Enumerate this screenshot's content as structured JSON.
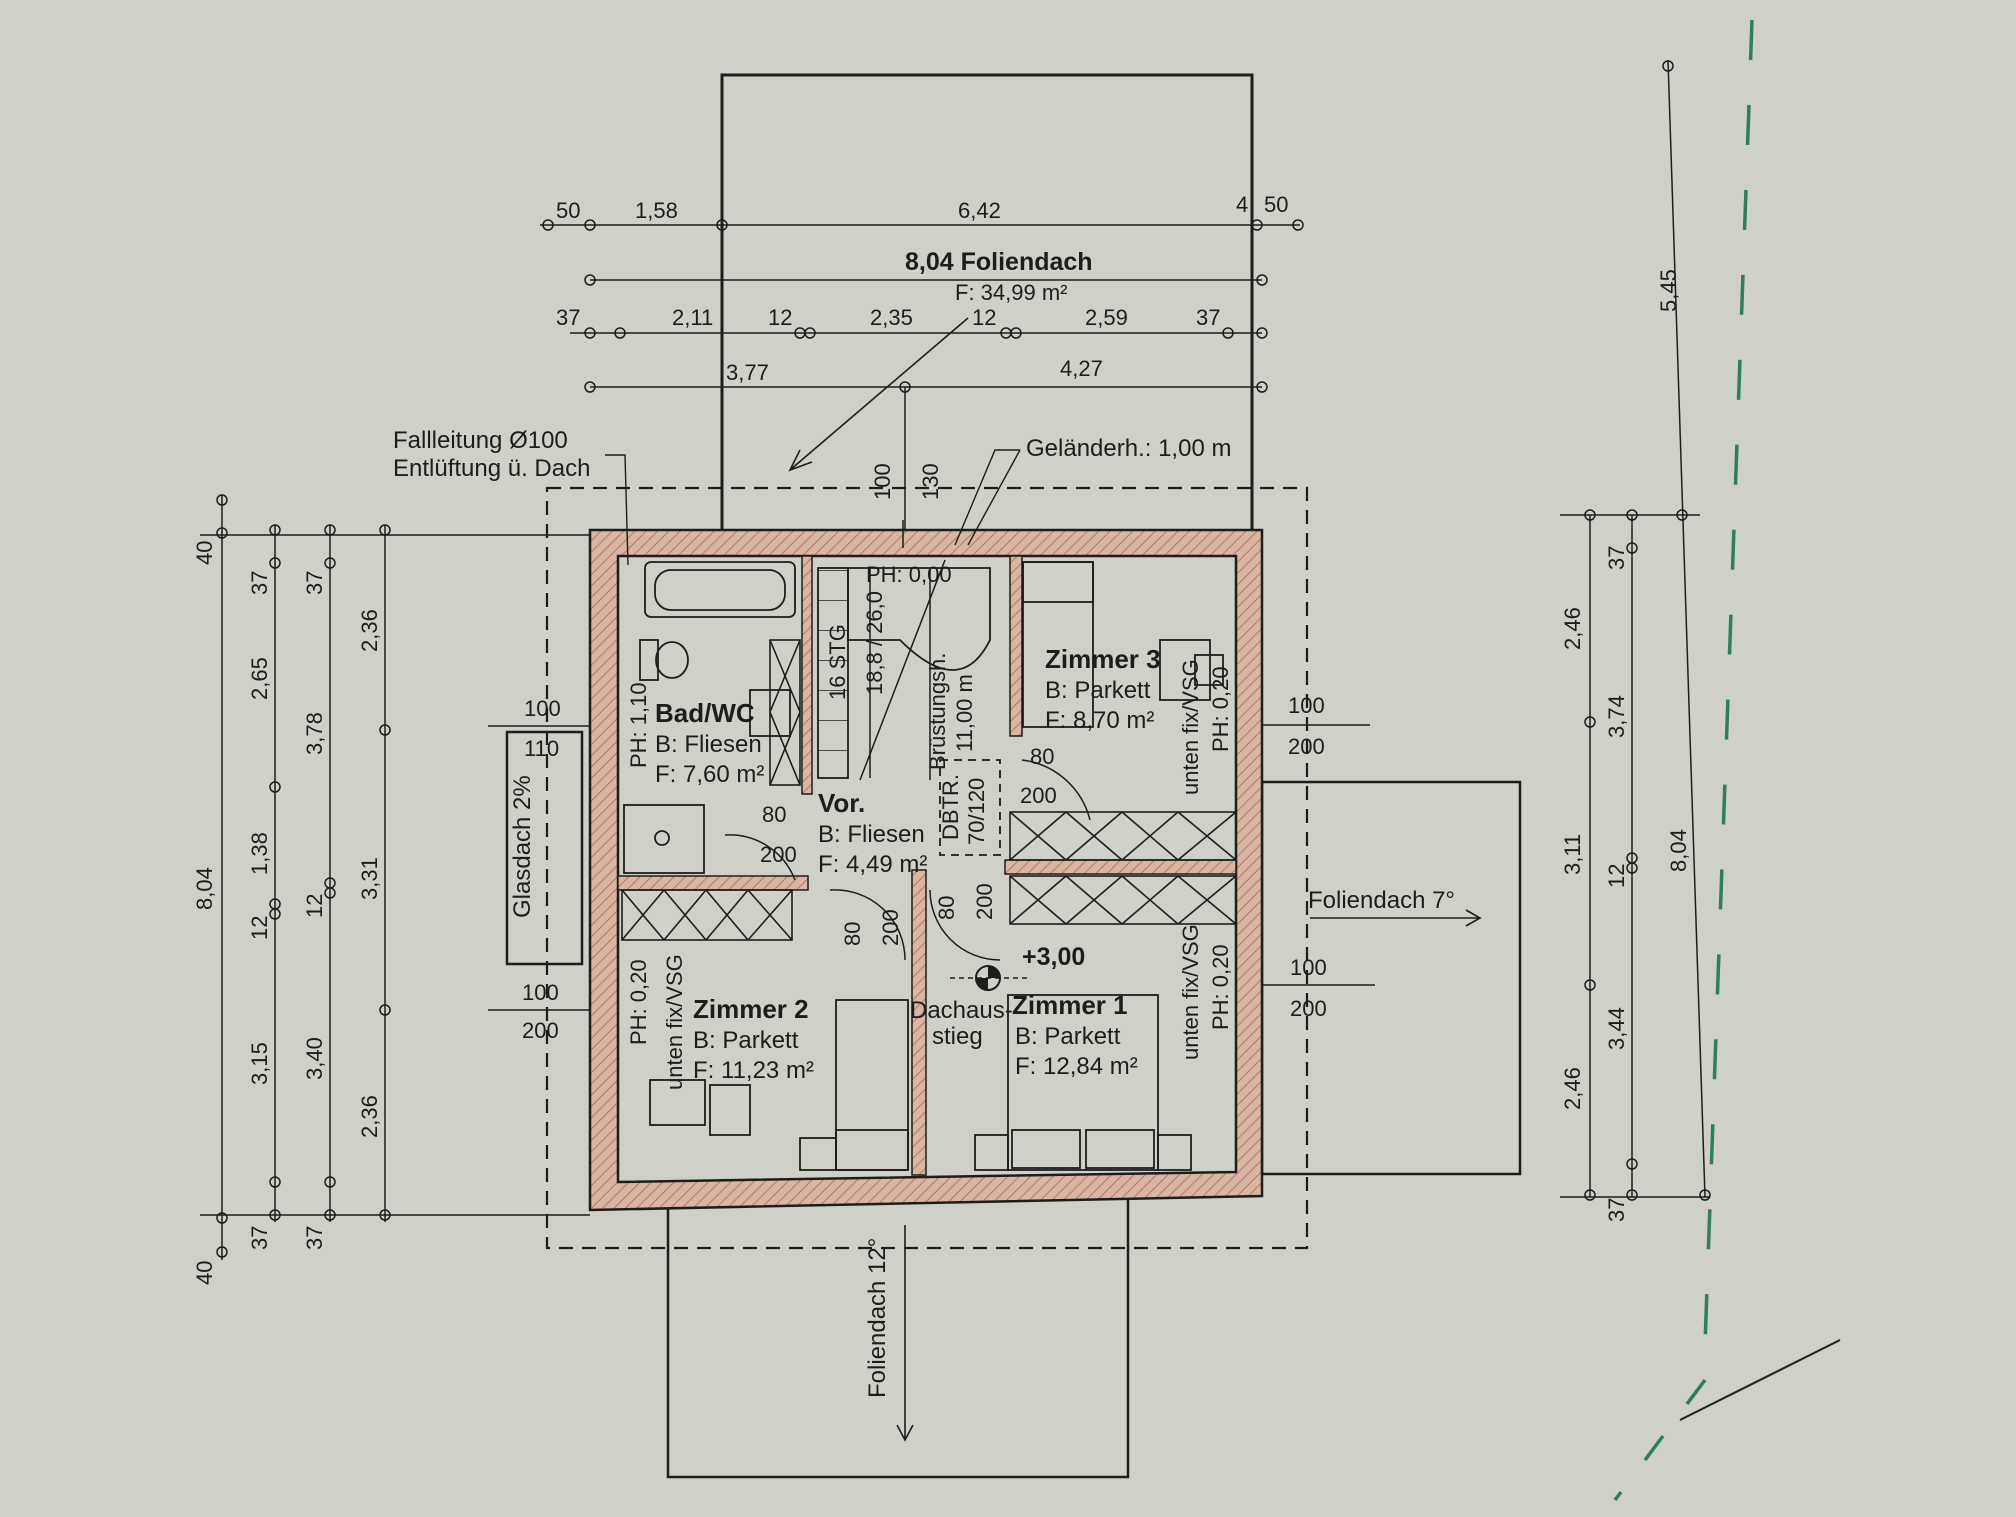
{
  "colors": {
    "paper": "#cfd0c8",
    "ink": "#1d1d1d",
    "wall_fill": "#d9b5a4",
    "wall_hatch": "#b5776a",
    "plot_line": "#2e7d5b"
  },
  "top_dims": {
    "row1": [
      "50",
      "1,58",
      "6,42",
      "4",
      "50"
    ],
    "row2_title": "8,04 Foliendach",
    "row2_area": "F: 34,99 m²",
    "row3": [
      "37",
      "2,11",
      "12",
      "2,35",
      "12",
      "2,59",
      "37"
    ],
    "row4": [
      "3,77",
      "4,27"
    ]
  },
  "left_dims": {
    "col1": [
      "40",
      "8,04",
      "40"
    ],
    "col2": [
      "37",
      "2,65",
      "1,38",
      "12",
      "3,15",
      "37"
    ],
    "col3": [
      "37",
      "3,78",
      "12",
      "3,40",
      "37"
    ],
    "col4": [
      "2,36",
      "3,31",
      "2,36"
    ]
  },
  "right_dims": {
    "col1": [
      "2,46",
      "3,11",
      "2,46"
    ],
    "col2": [
      "37",
      "3,74",
      "12",
      "3,44",
      "37"
    ],
    "col3": [
      "8,04"
    ],
    "col4": [
      "5,45"
    ]
  },
  "annotations": {
    "fallleitung_1": "Fallleitung Ø100",
    "fallleitung_2": "Entlüftung ü. Dach",
    "gelaender": "Geländerh.: 1,00 m",
    "glasdach": "Glasdach 2%",
    "foliendach_right": "Foliendach 7°",
    "foliendach_bottom": "Foliendach 12°",
    "level": "+3,00",
    "dachausstieg_1": "Dachaus-",
    "dachausstieg_2": "stieg",
    "brustung_1": "Brüstungsh.",
    "brustung_2": "11,00 m",
    "dbtr_1": "DBTR.",
    "dbtr_2": "70/120",
    "stair_ph": "PH: 0,00",
    "stair_1": "16 STG",
    "stair_2": "18,8 / 26,0",
    "ph_110": "PH: 1,10",
    "ph_020_z2": "PH: 0,20",
    "vsg_z2": "unten fix/VSG",
    "ph_020_z3": "PH: 0,20",
    "vsg_z3": "unten fix/VSG",
    "ph_020_z1": "PH: 0,20",
    "vsg_z1": "unten fix/VSG",
    "h100": "100",
    "h130": "130"
  },
  "openings": {
    "left_w1_a": "100",
    "left_w1_b": "110",
    "left_w2_a": "100",
    "left_w2_b": "200",
    "right_w1_a": "100",
    "right_w1_b": "200",
    "right_w2_a": "100",
    "right_w2_b": "200",
    "door_bad_a": "80",
    "door_bad_b": "200",
    "door_z2_a": "80",
    "door_z2_b": "200",
    "door_z1_a": "80",
    "door_z1_b": "200",
    "door_z3_a": "80",
    "door_z3_b": "200"
  },
  "rooms": {
    "bad": {
      "name": "Bad/WC",
      "floor": "B: Fliesen",
      "area": "F: 7,60 m²"
    },
    "vor": {
      "name": "Vor.",
      "floor": "B: Fliesen",
      "area": "F: 4,49 m²"
    },
    "zimmer3": {
      "name": "Zimmer 3",
      "floor": "B: Parkett",
      "area": "F: 8,70 m²"
    },
    "zimmer2": {
      "name": "Zimmer 2",
      "floor": "B: Parkett",
      "area": "F: 11,23 m²"
    },
    "zimmer1": {
      "name": "Zimmer 1",
      "floor": "B: Parkett",
      "area": "F: 12,84 m²"
    }
  }
}
